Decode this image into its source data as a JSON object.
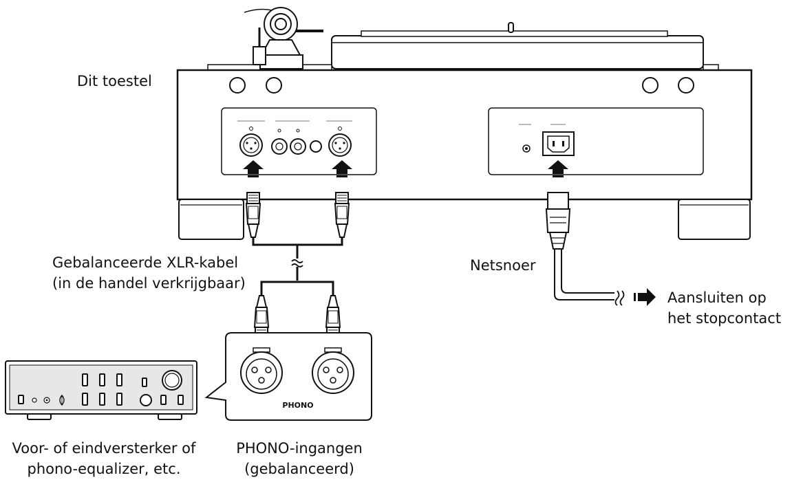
{
  "labels": {
    "device": "Dit toestel",
    "xlr_cable": [
      "Gebalanceerde XLR-kabel",
      "(in de handel verkrijgbaar)"
    ],
    "power_cord": "Netsnoer",
    "outlet": [
      "Aansluiten op",
      "het stopcontact"
    ],
    "amplifier": [
      "Voor- of eindversterker of",
      "phono-equalizer, etc."
    ],
    "phono_inputs": [
      "PHONO-ingangen",
      "(gebalanceerd)"
    ],
    "phono_panel": "PHONO",
    "break_symbol": "≈"
  },
  "colors": {
    "line": "#111111",
    "panel_fill": "#f2f2f2",
    "body_fill": "#ffffff"
  },
  "icons": [
    "arrow-up-icon",
    "arrow-right-icon",
    "xlr-connector-icon",
    "ac-inlet-icon"
  ]
}
